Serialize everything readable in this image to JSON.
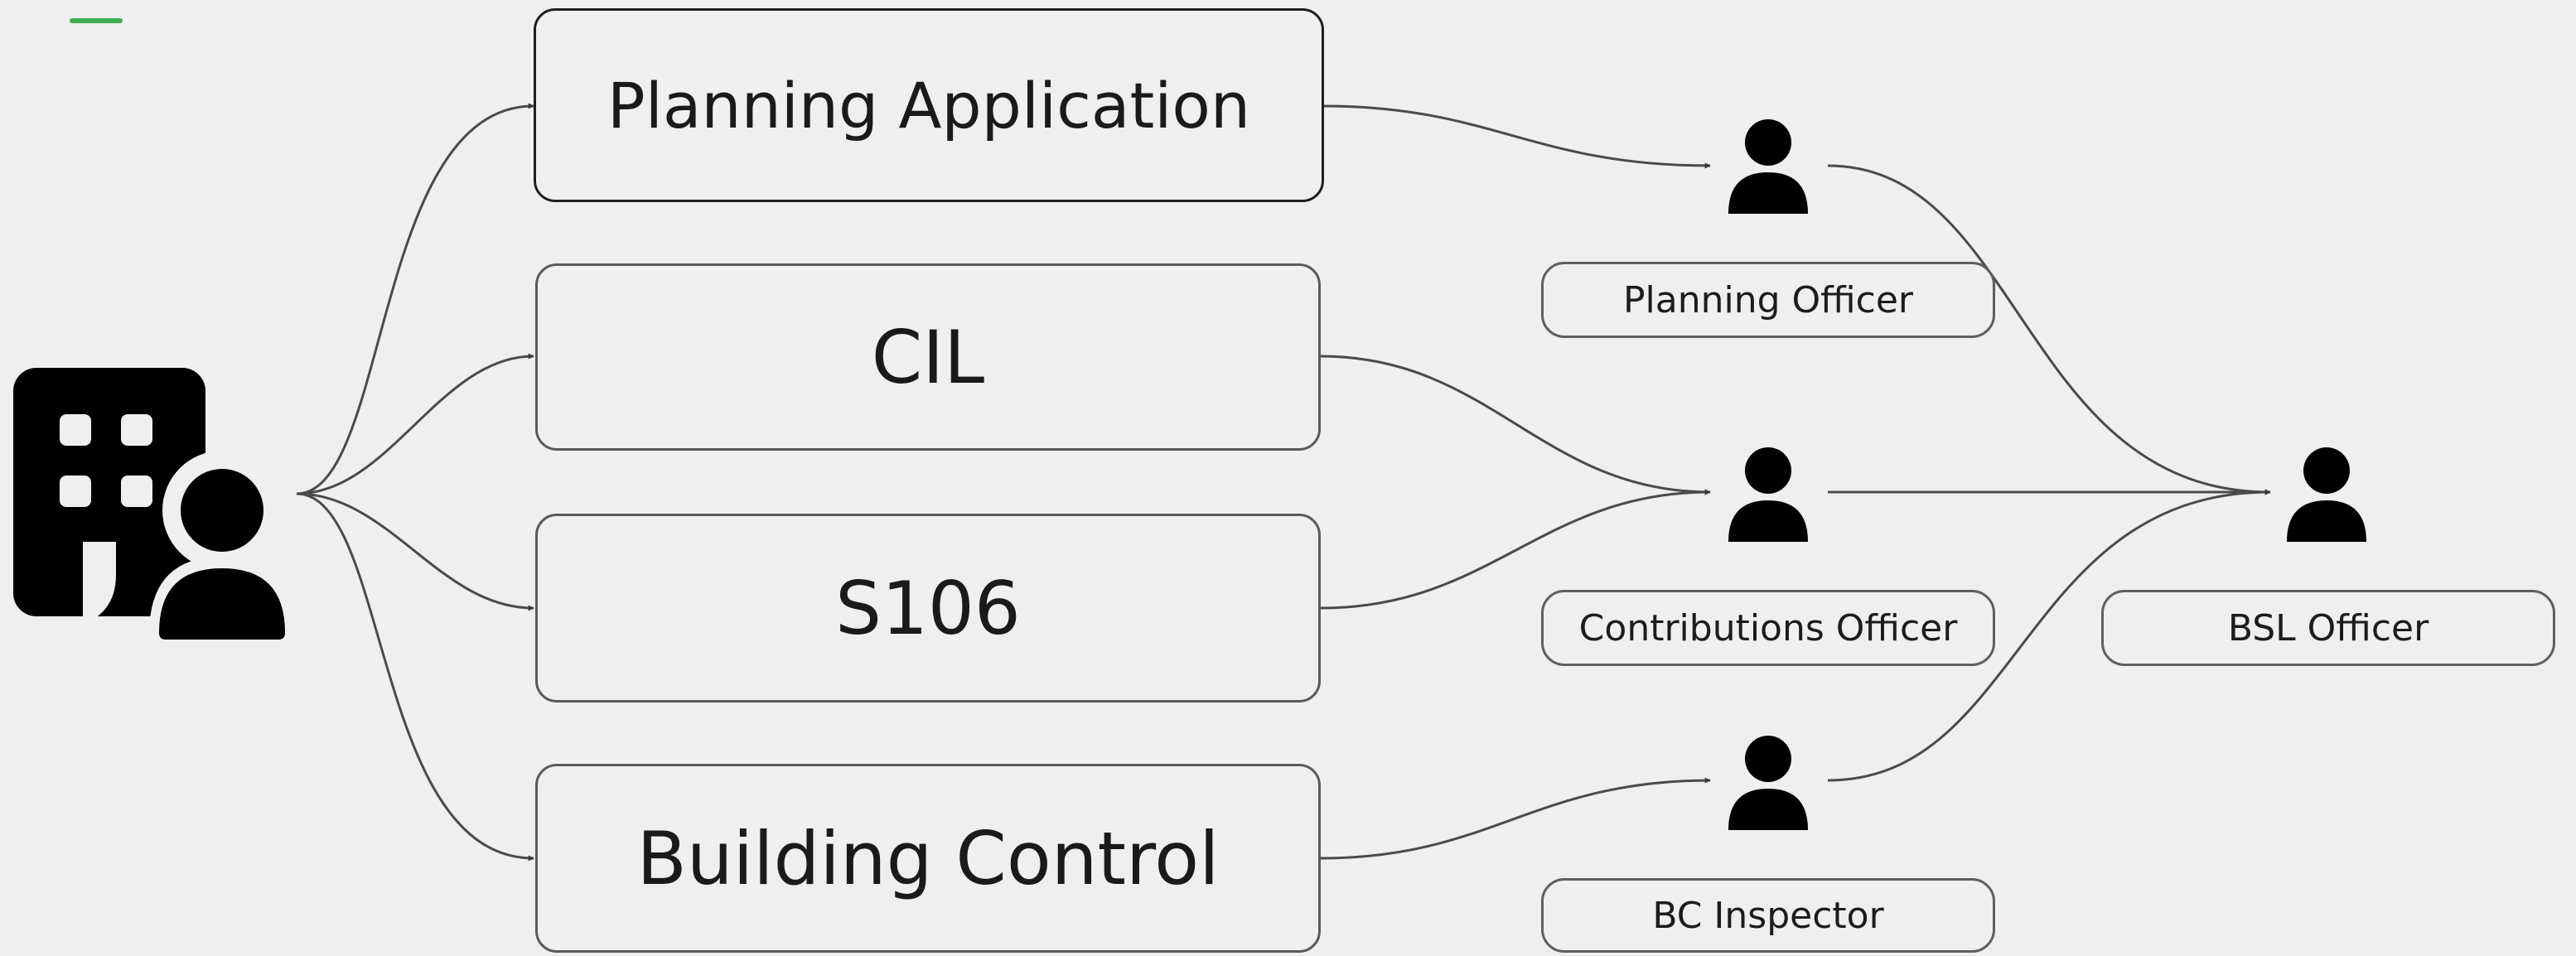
{
  "colors": {
    "accent": "#3dae4f",
    "icon": "#000000",
    "background": "#efefef"
  },
  "applicant": {
    "icon": "building-with-person-icon"
  },
  "application_boxes": [
    {
      "id": "planning",
      "label": "Planning Application"
    },
    {
      "id": "cil",
      "label": "CIL"
    },
    {
      "id": "s106",
      "label": "S106"
    },
    {
      "id": "building-control",
      "label": "Building Control"
    }
  ],
  "officers": [
    {
      "id": "planning-officer",
      "label": "Planning Officer",
      "icon": "person-icon"
    },
    {
      "id": "contributions-officer",
      "label": "Contributions Officer",
      "icon": "person-icon"
    },
    {
      "id": "bc-inspector",
      "label": "BC Inspector",
      "icon": "person-icon"
    },
    {
      "id": "bsl-officer",
      "label": "BSL Officer",
      "icon": "person-icon"
    }
  ],
  "connections": [
    {
      "from": "applicant",
      "to": "planning"
    },
    {
      "from": "applicant",
      "to": "cil"
    },
    {
      "from": "applicant",
      "to": "s106"
    },
    {
      "from": "applicant",
      "to": "building-control"
    },
    {
      "from": "planning",
      "to": "planning-officer"
    },
    {
      "from": "cil",
      "to": "contributions-officer"
    },
    {
      "from": "s106",
      "to": "contributions-officer"
    },
    {
      "from": "building-control",
      "to": "bc-inspector"
    },
    {
      "from": "planning-officer",
      "to": "bsl-officer"
    },
    {
      "from": "contributions-officer",
      "to": "bsl-officer"
    },
    {
      "from": "bc-inspector",
      "to": "bsl-officer"
    }
  ]
}
